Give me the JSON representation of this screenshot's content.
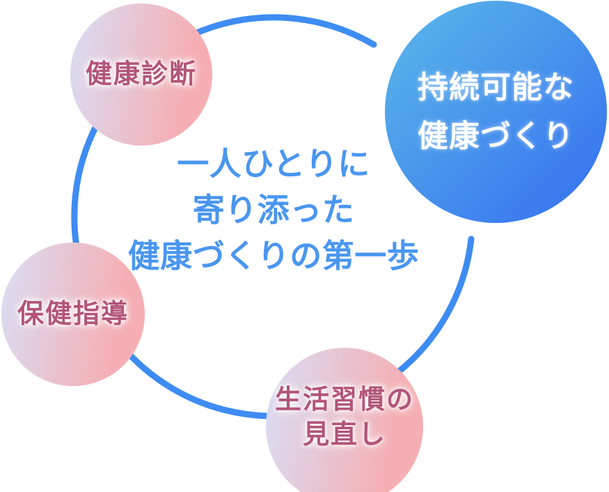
{
  "colors": {
    "ring": "#3e8cf3",
    "center_text": "#4a96f0",
    "pink_text": "#b25578",
    "pink_gradient_start": "#dcd9ee",
    "pink_gradient_end": "#f5afb4",
    "blue_gradient_start": "#58b4e9",
    "blue_gradient_end": "#3a79ef",
    "blue_text": "#ffffff",
    "background": "#ffffff"
  },
  "center_message": {
    "lines": [
      "一人ひとりに",
      "寄り添った",
      "健康づくりの第一歩"
    ]
  },
  "nodes": {
    "health_checkup": {
      "label": "健康診断"
    },
    "sustainable_health": {
      "lines": [
        "持続可能な",
        "健康づくり"
      ]
    },
    "health_guidance": {
      "label": "保健指導"
    },
    "lifestyle_review": {
      "lines": [
        "生活習慣の",
        "見直し"
      ]
    }
  }
}
